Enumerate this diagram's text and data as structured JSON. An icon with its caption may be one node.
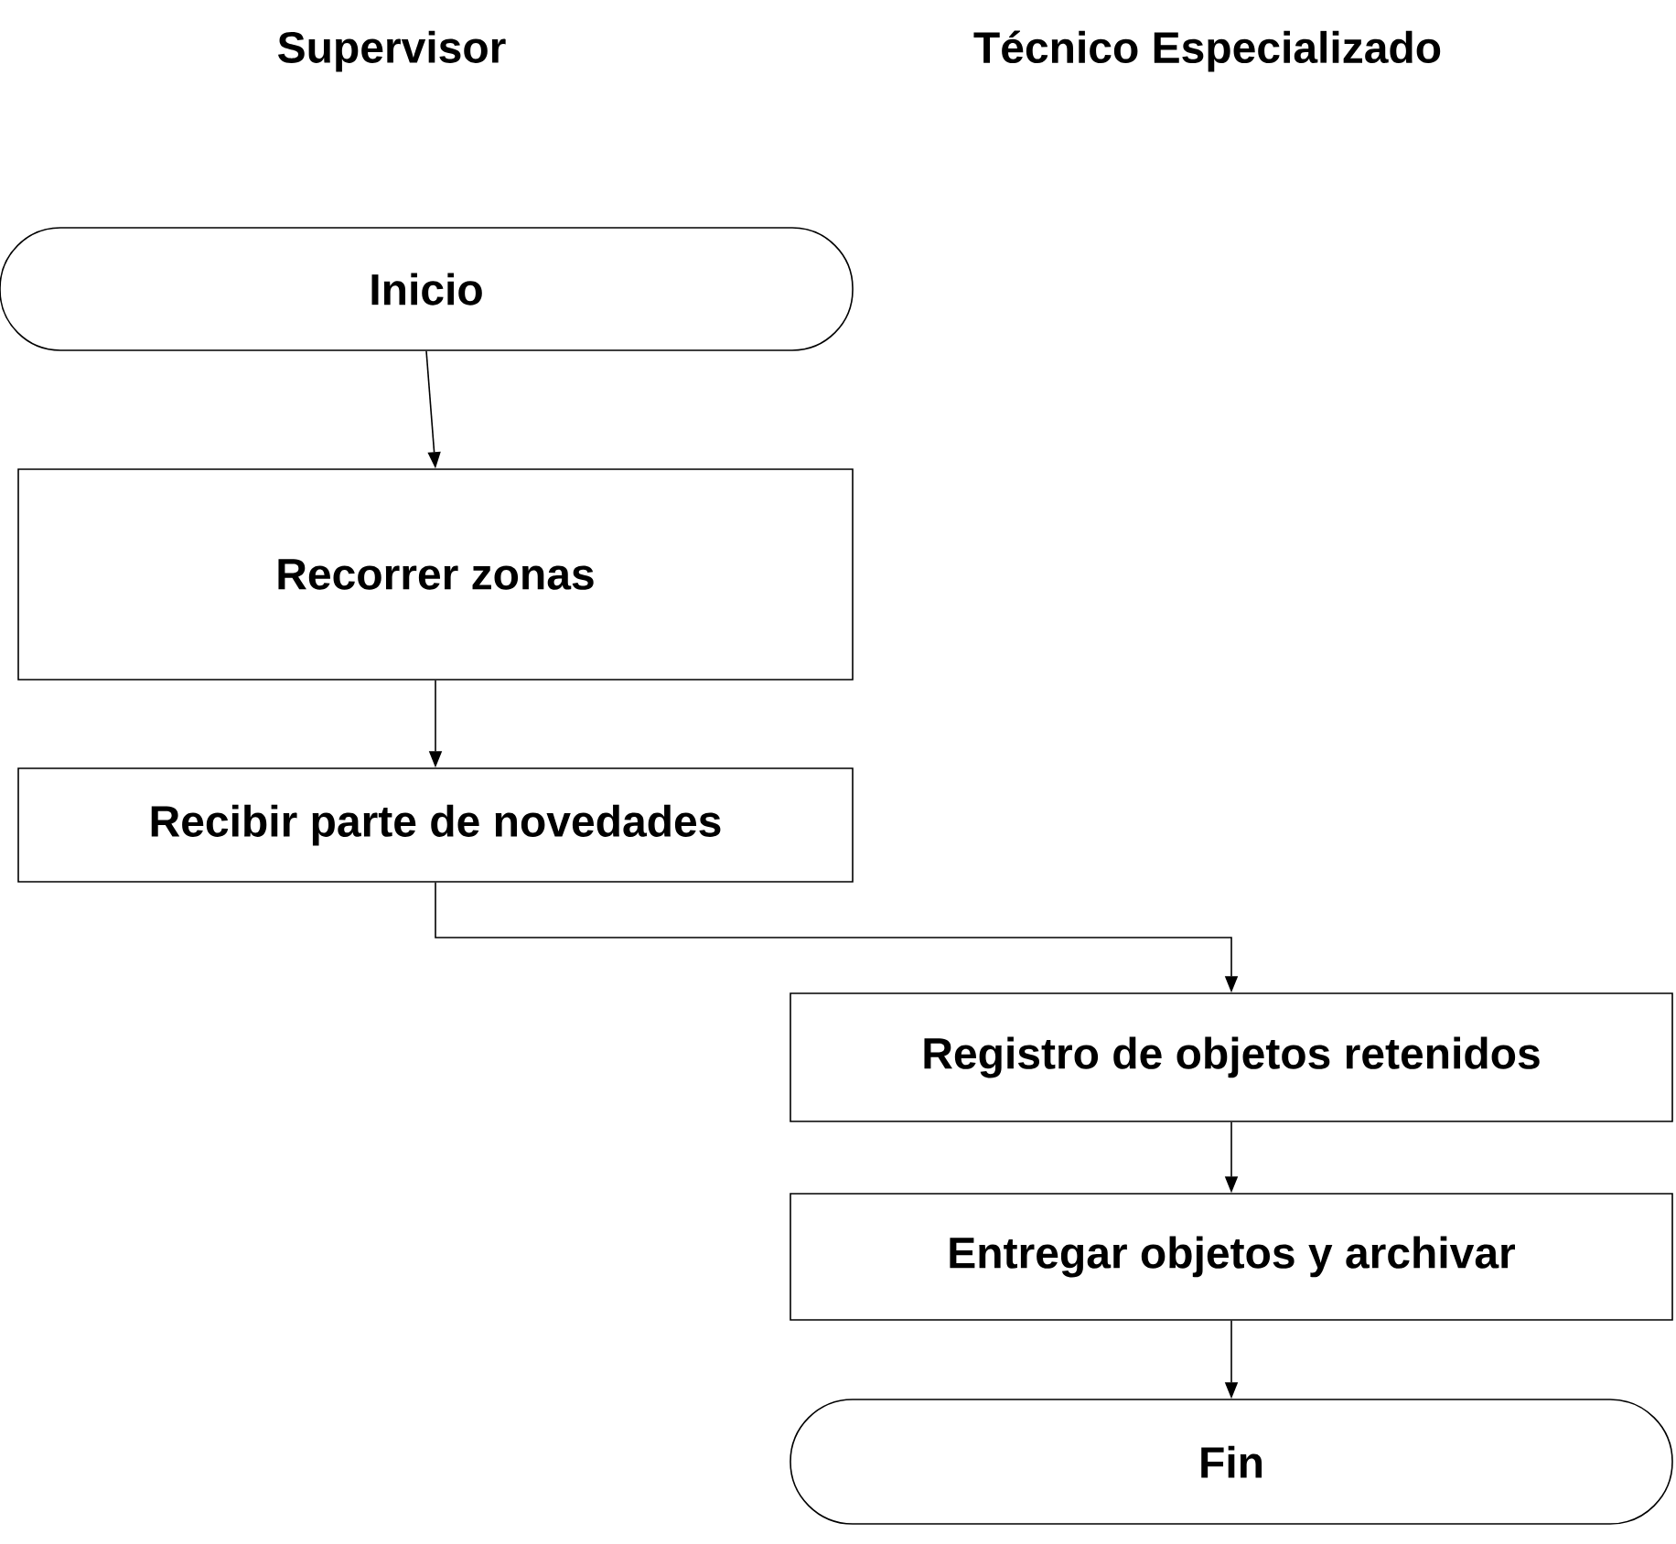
{
  "diagram": {
    "nodes": [
      {
        "text": [
          "Inicio"
        ]
      },
      {
        "text": [
          "Recorrer zonas"
        ]
      },
      {
        "text": [
          "Recibir parte de novedades"
        ]
      },
      {
        "text": [
          "Registro de objetos retenidos"
        ]
      },
      {
        "text": [
          "Entregar objetos y archivar"
        ]
      },
      {
        "text": [
          "Fin"
        ]
      }
    ],
    "edges": [
      {
        "from": 0,
        "to": 1,
        "arrow": "to"
      },
      {
        "from": 1,
        "to": 2,
        "arrow": "to"
      },
      {
        "from": 2,
        "to": 3,
        "arrow": "to"
      },
      {
        "from": 3,
        "to": 4,
        "arrow": "to"
      },
      {
        "from": 4,
        "to": 5,
        "arrow": "to"
      }
    ],
    "labels": [
      "Supervisor",
      "Técnico Especializado"
    ]
  }
}
